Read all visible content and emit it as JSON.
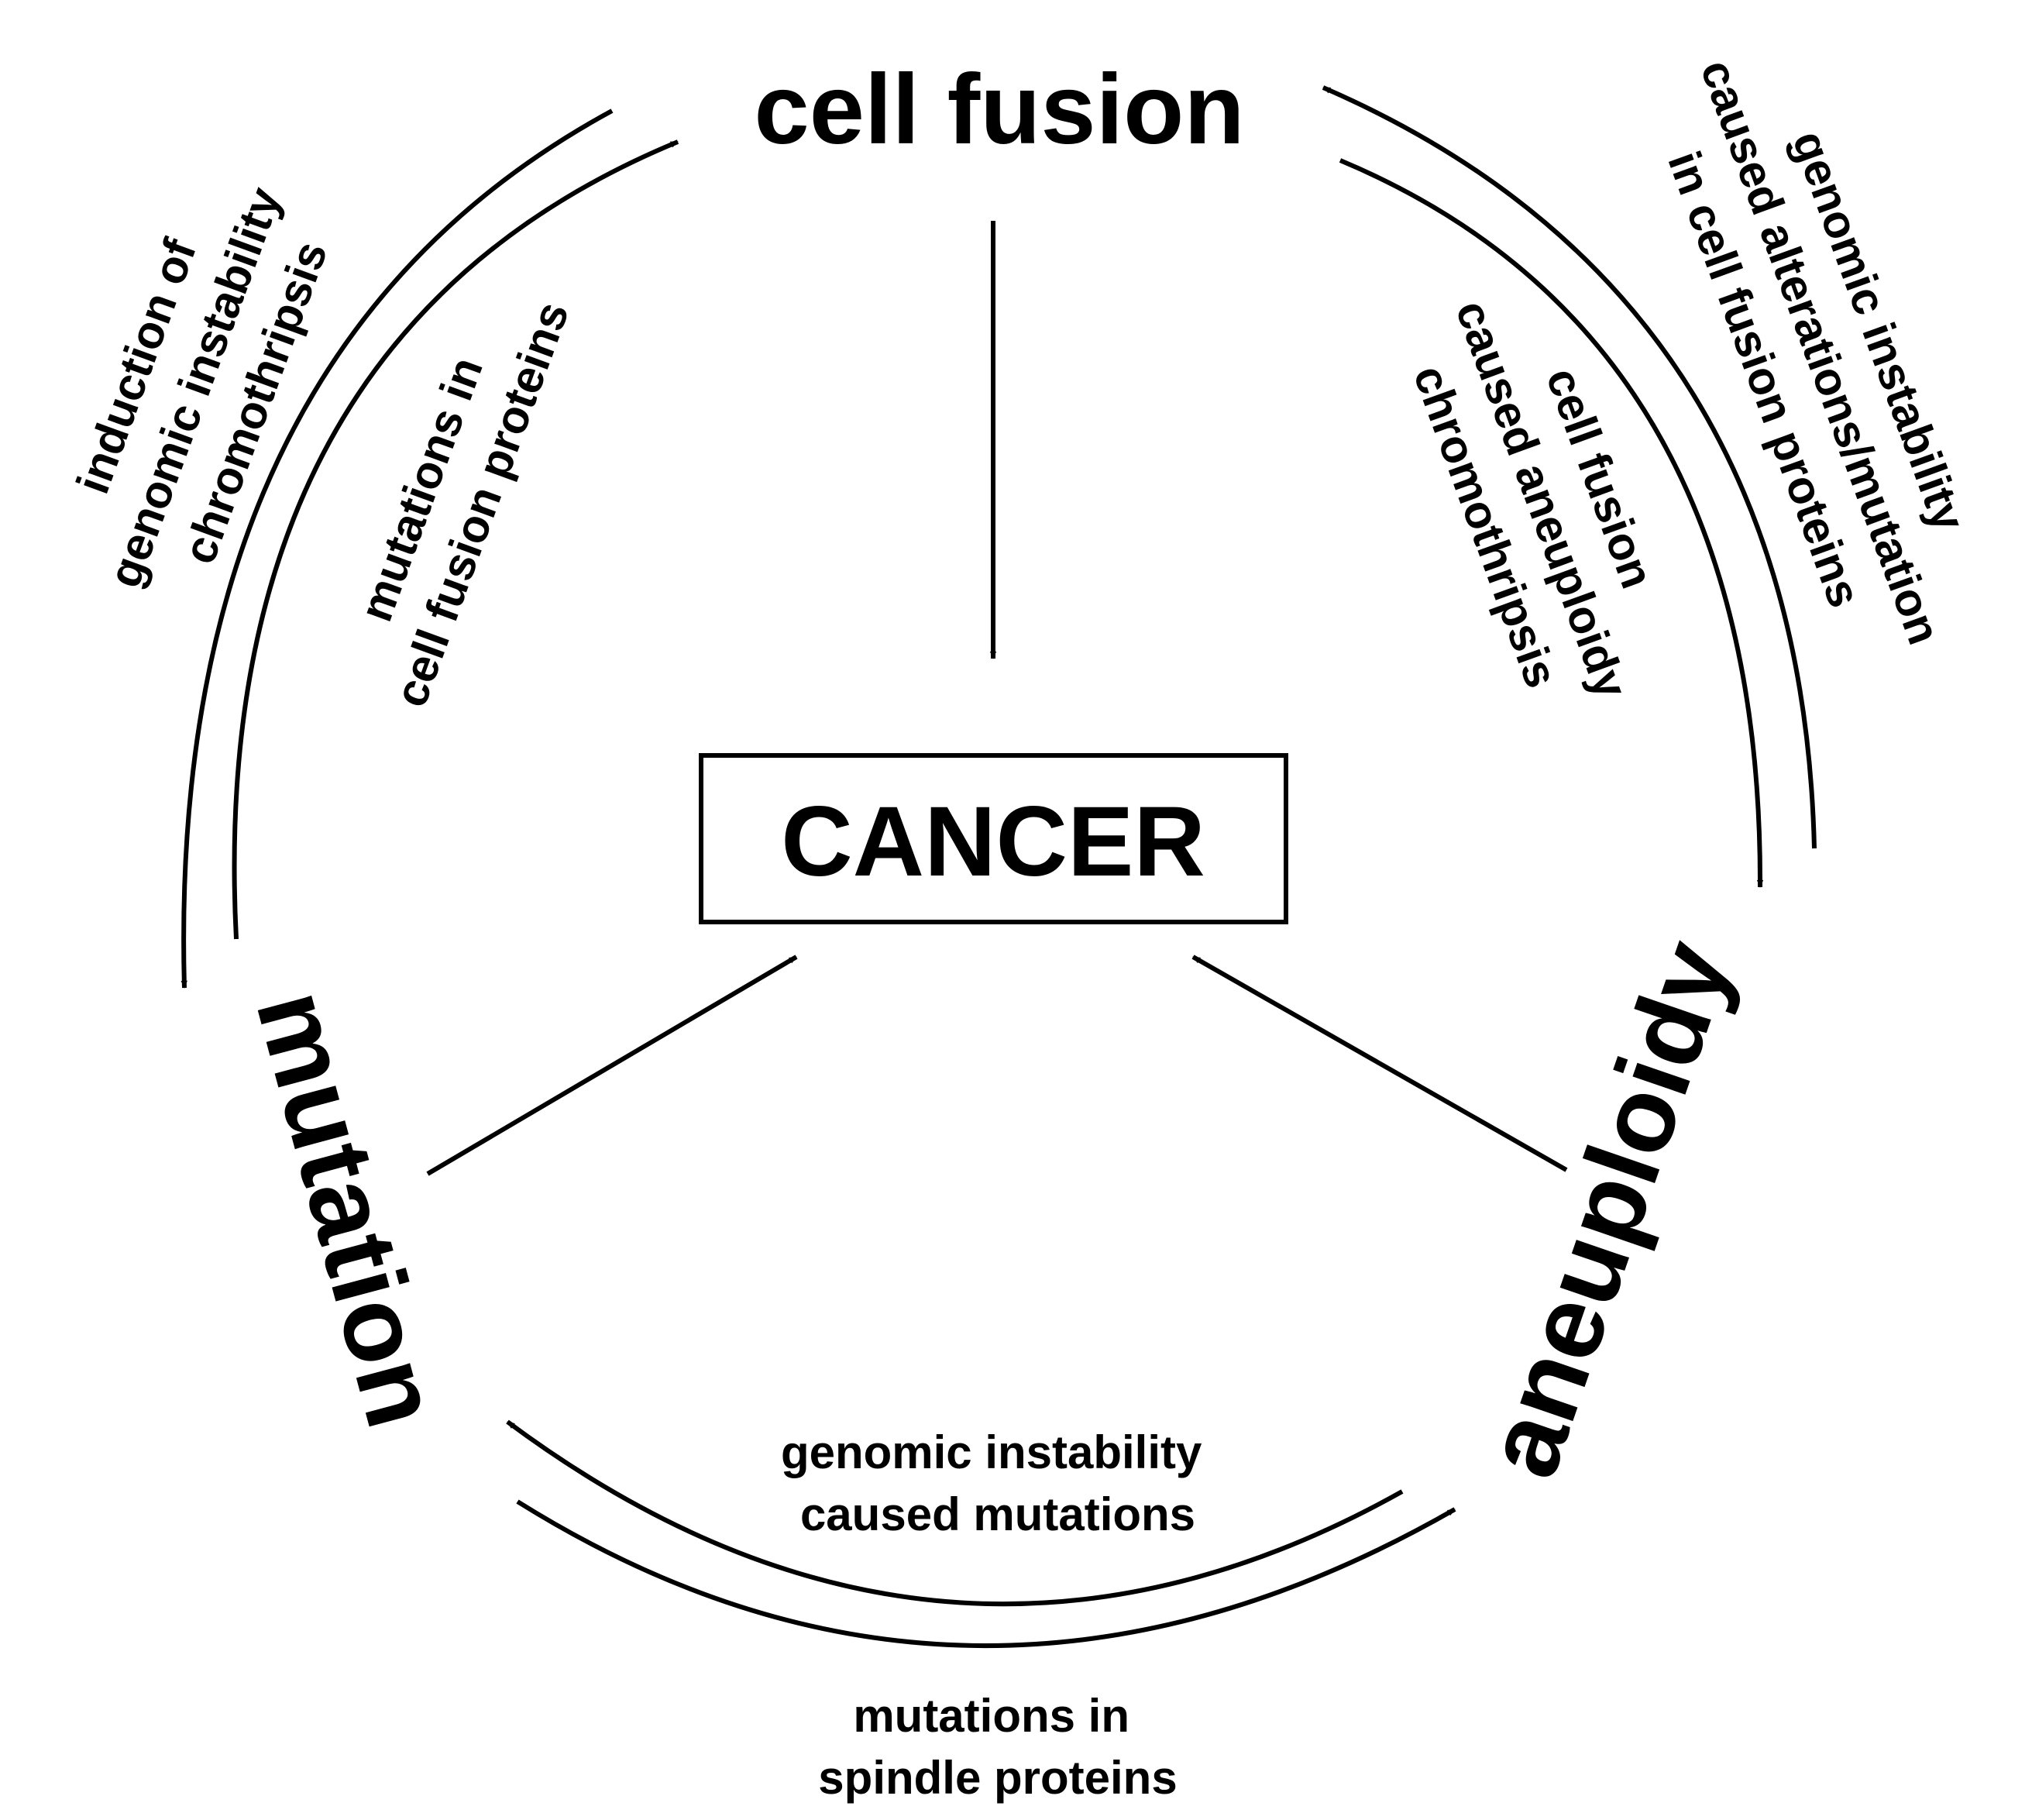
{
  "nodes": {
    "cell_fusion": "cell fusion",
    "mutation": "mutation",
    "aneuploidy": "aneuploidy",
    "cancer": "CANCER"
  },
  "labels": {
    "induction": [
      "induction of",
      "genomic instability",
      "chromothripsis"
    ],
    "mutations_cell_fusion_proteins": [
      "mutations in",
      "cell fusion proteins"
    ],
    "cell_fusion_caused": [
      "cell fusion",
      "caused aneuploidy",
      "chromothripsis"
    ],
    "genomic_instability_alterations": [
      "genomic instability",
      "caused alterations/mutation",
      "in cell fusion proteins"
    ],
    "genomic_instability_mutations": [
      "genomic instability",
      "caused mutations"
    ],
    "mutations_spindle_proteins": [
      "mutations in",
      "spindle proteins"
    ]
  },
  "colors": {
    "ink": "#000000",
    "background": "#ffffff"
  }
}
